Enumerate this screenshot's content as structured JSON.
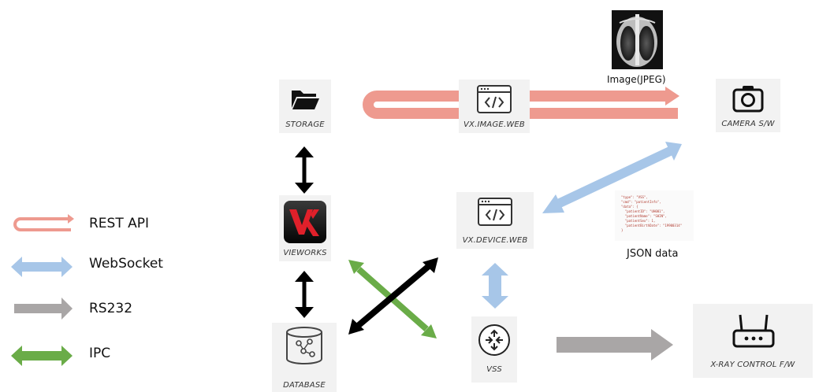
{
  "legend": [
    {
      "label": "REST API",
      "color": "#ee9a8f"
    },
    {
      "label": "WebSocket",
      "color": "#a7c6e8"
    },
    {
      "label": "RS232",
      "color": "#a9a6a6"
    },
    {
      "label": "IPC",
      "color": "#6aac48"
    }
  ],
  "nodes": {
    "storage": {
      "label": "STORAGE",
      "icon": "folder-icon"
    },
    "vx_image_web": {
      "label": "VX.IMAGE.WEB",
      "icon": "code-window-icon"
    },
    "camera_sw": {
      "label": "CAMERA S/W",
      "icon": "camera-icon"
    },
    "vieworks": {
      "label": "VIEWORKS",
      "icon": "vieworks-logo"
    },
    "vx_device_web": {
      "label": "VX.DEVICE.WEB",
      "icon": "code-window-icon"
    },
    "database": {
      "label": "DATABASE",
      "icon": "database-icon"
    },
    "vss": {
      "label": "VSS",
      "icon": "router-icon"
    },
    "xray_control": {
      "label": "X-RAY CONTROL F/W",
      "icon": "router-antenna-icon"
    }
  },
  "captions": {
    "image": "Image(JPEG)",
    "json": "JSON data"
  },
  "json_snippet": [
    "\"type\": \"VSS\",",
    "\"cmd\": \"patientInfo\",",
    "\"data\": {",
    "  \"patientID\": \"UH001\",",
    "  \"patientName\": \"SHIN\",",
    "  \"patientSex\": 1,",
    "  \"patientBirthDate\": \"19900314\"",
    "}"
  ],
  "colors": {
    "rest": "#ee9a8f",
    "websocket": "#a7c6e8",
    "rs232": "#a9a6a6",
    "ipc": "#6aac48",
    "internal": "#000000"
  }
}
